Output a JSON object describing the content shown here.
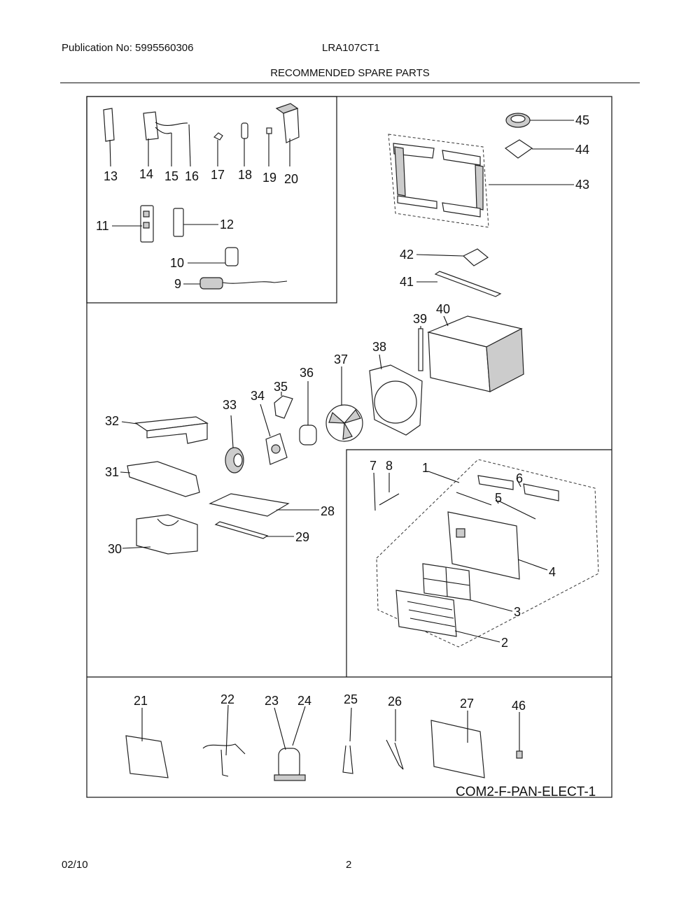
{
  "header": {
    "publication": "Publication No: 5995560306",
    "model": "LRA107CT1",
    "title": "RECOMMENDED SPARE PARTS"
  },
  "footer": {
    "date": "02/10",
    "page": "2"
  },
  "diagram": {
    "code": "COM2-F-PAN-ELECT-1",
    "callouts": [
      "1",
      "2",
      "3",
      "4",
      "5",
      "6",
      "7",
      "8",
      "9",
      "10",
      "11",
      "12",
      "13",
      "14",
      "15",
      "16",
      "17",
      "18",
      "19",
      "20",
      "21",
      "22",
      "23",
      "24",
      "25",
      "26",
      "27",
      "28",
      "29",
      "30",
      "31",
      "32",
      "33",
      "34",
      "35",
      "36",
      "37",
      "38",
      "39",
      "40",
      "41",
      "42",
      "43",
      "44",
      "45",
      "46"
    ]
  }
}
